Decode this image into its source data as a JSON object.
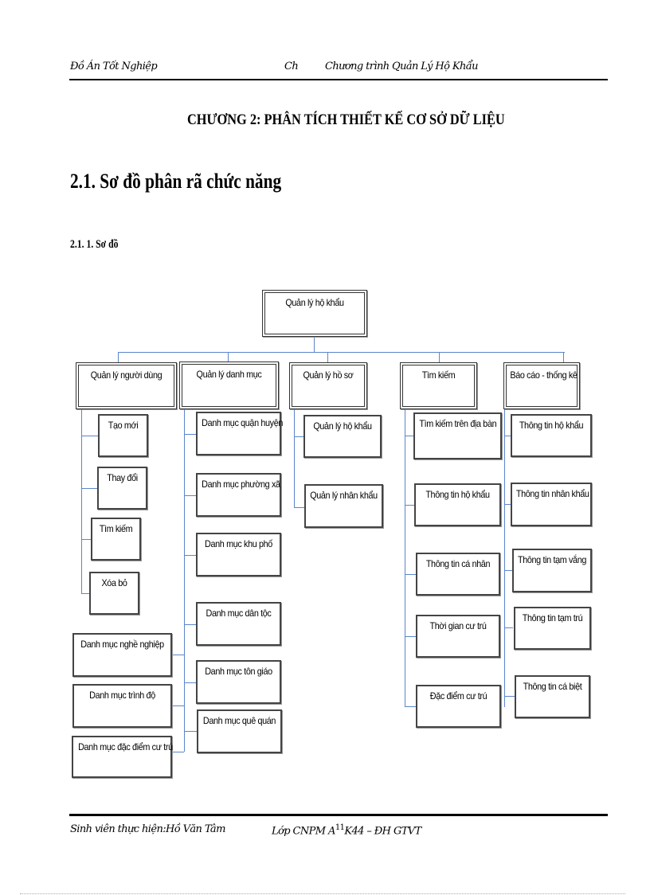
{
  "header": {
    "left": "Đồ Án Tốt Nghiệp",
    "middle": "Ch",
    "right": "Chương trình Quản Lý Hộ Khẩu"
  },
  "chapter_title": "CHƯƠNG 2: PHÂN TÍCH THIẾT  KẾ CƠ SỞ DỮ LIỆU",
  "section_title": "2.1. Sơ đồ phân rã chức năng",
  "subsection_title": "2.1. 1. Sơ đồ",
  "diagram": {
    "root": "Quản lý hộ khẩu",
    "branches": [
      {
        "label": "Quản lý người dùng",
        "children": [
          "Tạo mới",
          "Thay đổi",
          "Tìm kiếm",
          "Xóa bỏ"
        ]
      },
      {
        "label": "Quản lý danh mục",
        "children": [
          "Danh mục quận huyện",
          "Danh mục phường xã",
          "Danh mục khu phố",
          "Danh mục dân tộc",
          "Danh mục tôn giáo",
          "Danh mục quê quán",
          "Danh mục nghề nghiệp",
          "Danh mục trình độ",
          "Danh mục đặc điểm cư trú"
        ]
      },
      {
        "label": "Quản lý hồ sơ",
        "children": [
          "Quản lý hộ khẩu",
          "Quản lý nhân khẩu"
        ]
      },
      {
        "label": "Tìm kiếm",
        "children": [
          "Tìm kiếm trên địa bàn",
          "Thông tin hộ khẩu",
          "Thông tin cá nhân",
          "Thời gian cư trú",
          "Đặc điểm cư trú"
        ]
      },
      {
        "label": "Báo cáo - thống kê",
        "children": [
          "Thông tin hộ khẩu",
          "Thông tin nhân khẩu",
          "Thông tin tạm vắng",
          "Thông tin tạm trú",
          "Thông tin cá biệt"
        ]
      }
    ]
  },
  "footer": {
    "left": "Sinh viên thực hiện:Hồ Văn Tâm",
    "class_prefix": "Lớp CNPM A",
    "class_sup": "11",
    "class_suffix": "K44 – ĐH GTVT"
  }
}
